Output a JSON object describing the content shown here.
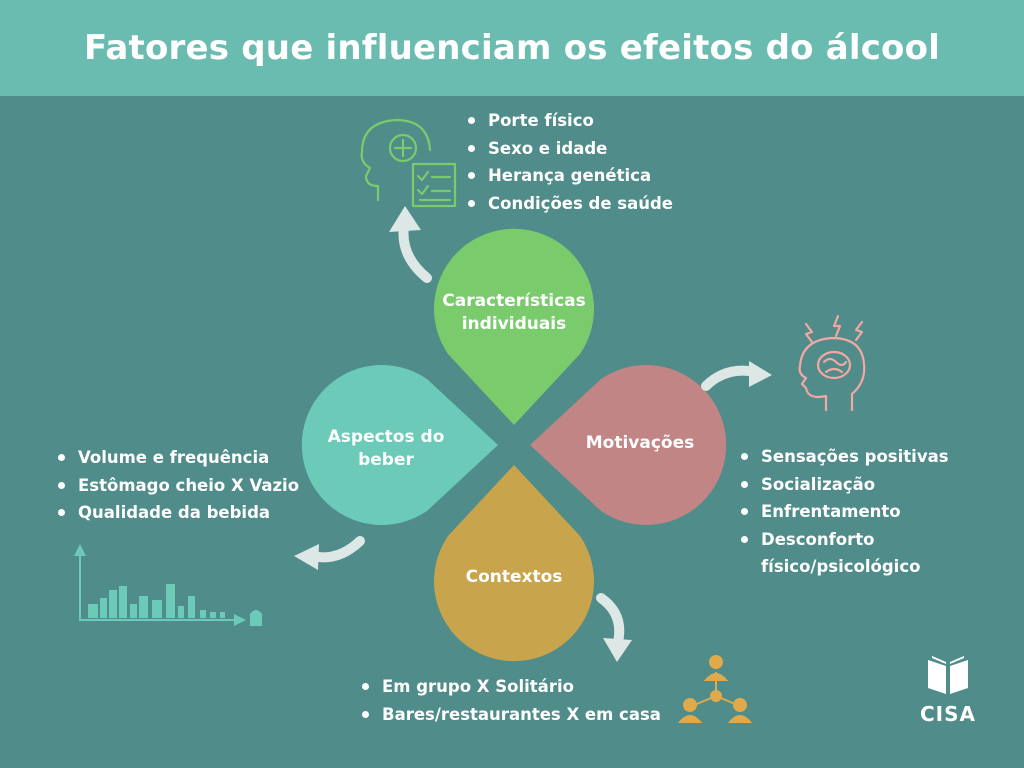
{
  "page": {
    "title": "Fatores que influenciam os efeitos do álcool"
  },
  "colors": {
    "background": "#4f8c8a",
    "header": "#6bbcb0",
    "individual": "#7acb6b",
    "motivations": "#c08584",
    "contexts": "#c8a44c",
    "drinking": "#6bcbb8",
    "arrow": "#dde7e5"
  },
  "petals": {
    "individual": "Características individuais",
    "motivations": "Motivações",
    "contexts": "Contextos",
    "drinking": "Aspectos do beber"
  },
  "lists": {
    "individual": [
      "Porte físico",
      "Sexo e idade",
      "Herança genética",
      "Condições de saúde"
    ],
    "motivations": [
      "Sensações positivas",
      "Socialização",
      "Enfrentamento",
      "Desconforto físico/psicológico"
    ],
    "contexts": [
      "Em grupo X Solitário",
      "Bares/restaurantes X em casa"
    ],
    "drinking": [
      "Volume e frequência",
      "Estômago cheio X Vazio",
      "Qualidade da bebida"
    ]
  },
  "icons": {
    "individual": "head-health-checklist-icon",
    "motivations": "head-brain-stress-icon",
    "contexts": "people-network-icon",
    "drinking": "bottles-chart-icon",
    "brand": "open-book-icon"
  },
  "brand": {
    "name": "CISA"
  }
}
